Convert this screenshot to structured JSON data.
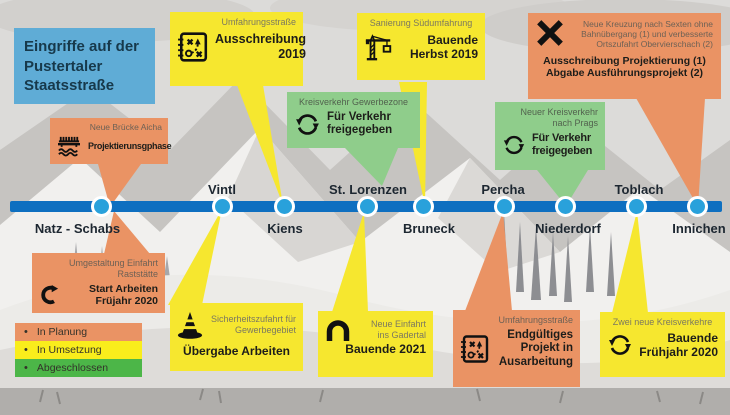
{
  "title": "Eingriffe auf der Pustertaler Staatsstraße",
  "colors": {
    "title_bg": "#5FACD6",
    "status_planung": "#EA9364",
    "status_umsetzung": "#F6E72F",
    "status_abgeschlossen_box": "#8FCD8B",
    "status_abgeschlossen_legend": "#4CB648",
    "timeline_bar": "#0E6FC0",
    "timeline_node": "#29A1DB"
  },
  "timeline": {
    "towns": [
      {
        "name": "Natz - Schabs",
        "side": "below"
      },
      {
        "name": "Vintl",
        "side": "above"
      },
      {
        "name": "Kiens",
        "side": "below"
      },
      {
        "name": "St. Lorenzen",
        "side": "above"
      },
      {
        "name": "Bruneck",
        "side": "below"
      },
      {
        "name": "Percha",
        "side": "above"
      },
      {
        "name": "Niederdorf",
        "side": "below"
      },
      {
        "name": "Toblach",
        "side": "above"
      },
      {
        "name": "Innichen",
        "side": "below"
      }
    ]
  },
  "callouts": {
    "aicha": {
      "status": "planung",
      "icon": "bridge-icon",
      "label": "Neue Brücke Aicha",
      "status_text": "Projektierunsgphase"
    },
    "ausschreibung": {
      "status": "umsetzung",
      "icon": "route-plan-icon",
      "label": "Umfahrungsstraße",
      "status_text": "Ausschreibung 2019"
    },
    "gewerbezone": {
      "status": "abgeschlossen",
      "icon": "roundabout-icon",
      "label": "Kreisverkehr Gewerbezone",
      "status_text": "Für Verkehr freigegeben"
    },
    "sanierung": {
      "status": "umsetzung",
      "icon": "crane-icon",
      "label": "Sanierung Südumfahrung",
      "status_text": "Bauende Herbst 2019"
    },
    "sexten": {
      "status": "planung",
      "icon": "crossing-x-icon",
      "label": "Neue Kreuzung nach Sexten ohne Bahnübergang (1) und verbesserte Ortszufahrt Obervierschach (2)",
      "status_text": "Ausschreibung Projektierung (1)\nAbgabe Ausführungsprojekt (2)"
    },
    "prags": {
      "status": "abgeschlossen",
      "icon": "roundabout-icon",
      "label": "Neuer Kreisverkehr nach Prags",
      "status_text": "Für Verkehr freigegeben"
    },
    "umgestaltung": {
      "status": "planung",
      "icon": "restart-arrow-icon",
      "label": "Umgestaltung Einfahrt Raststätte",
      "status_text": "Start Arbeiten Früjahr 2020"
    },
    "uebergabe": {
      "status": "umsetzung",
      "icon": "traffic-cone-icon",
      "label": "Sicherheitszufahrt für Gewerbegebiet",
      "status_text": "Übergabe Arbeiten"
    },
    "gadertal": {
      "status": "umsetzung",
      "icon": "tunnel-icon",
      "label": "Neue Einfahrt ins Gadertal",
      "status_text": "Bauende 2021"
    },
    "endgueltig": {
      "status": "planung",
      "icon": "route-plan-icon",
      "label": "Umfahrungsstraße",
      "status_text": "Endgültiges Projekt in Ausarbeitung"
    },
    "zwei": {
      "status": "umsetzung",
      "icon": "roundabout-icon",
      "label": "Zwei neue Kreisverkehre",
      "status_text": "Bauende Frühjahr 2020"
    }
  },
  "legend": {
    "items": [
      {
        "label": "In Planung",
        "status": "planung"
      },
      {
        "label": "In Umsetzung",
        "status": "umsetzung"
      },
      {
        "label": "Abgeschlossen",
        "status": "abgeschlossen"
      }
    ]
  }
}
